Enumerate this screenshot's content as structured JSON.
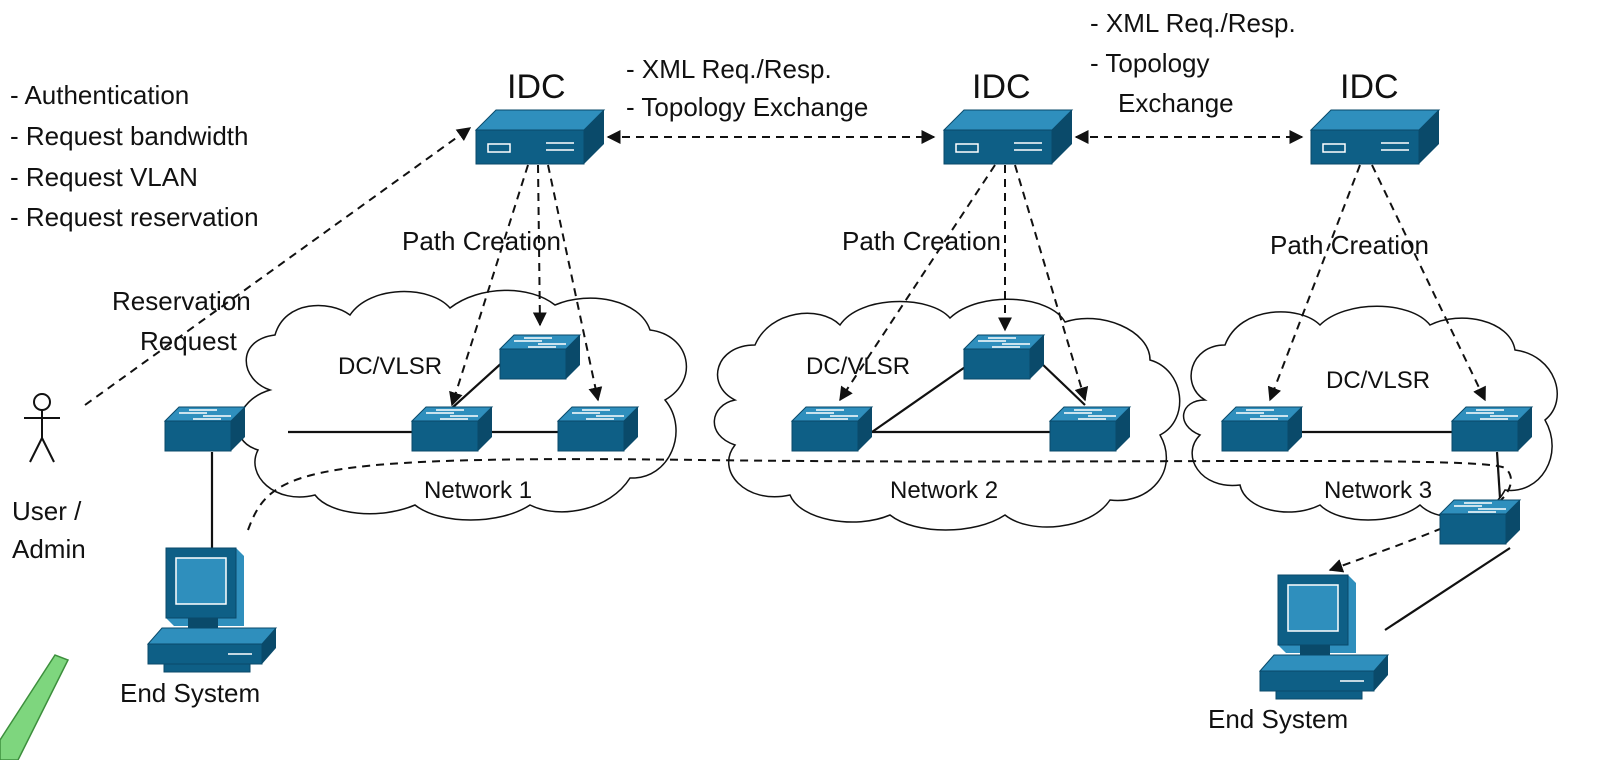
{
  "idc_label": "IDC",
  "path_creation_label": "Path Creation",
  "dc_vlsr_label": "DC/VLSR",
  "end_system_label": "End System",
  "reservation_request": [
    "Reservation",
    "Request"
  ],
  "user_admin": [
    "User /",
    "Admin"
  ],
  "user_requests": [
    "- Authentication",
    "- Request bandwidth",
    "- Request VLAN",
    "- Request reservation"
  ],
  "idc_exchange_1": [
    "- XML Req./Resp.",
    "- Topology Exchange"
  ],
  "idc_exchange_2": [
    "- XML Req./Resp.",
    "- Topology",
    "Exchange"
  ],
  "networks": [
    "Network 1",
    "Network 2",
    "Network 3"
  ],
  "colors": {
    "device_front": "#0e5f86",
    "device_top": "#2f8fbd",
    "device_side": "#0a4a6a",
    "line": "#111111",
    "pencil": "#6fcf6f"
  }
}
